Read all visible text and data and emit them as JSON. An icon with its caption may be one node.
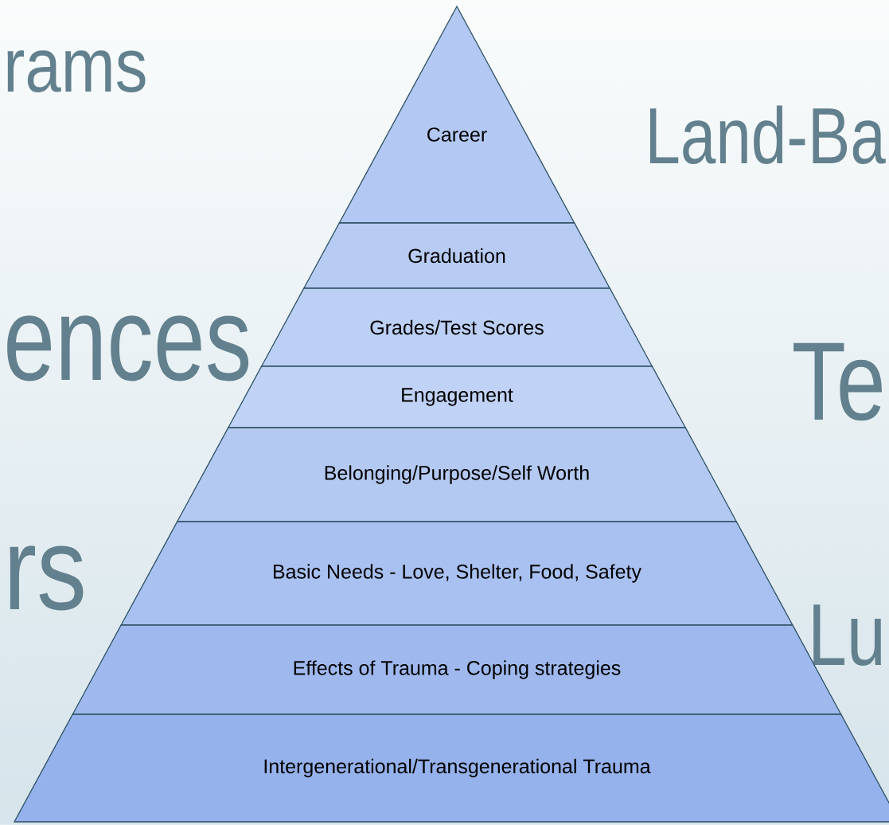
{
  "diagram": {
    "nodes": [
      {
        "text": [
          "Career"
        ]
      },
      {
        "text": [
          "Graduation"
        ]
      },
      {
        "text": [
          "Grades/Test Scores"
        ]
      },
      {
        "text": [
          "Engagement"
        ]
      },
      {
        "text": [
          "Belonging/Purpose/Self Worth"
        ]
      },
      {
        "text": [
          "Basic Needs - Love, Shelter, Food, Safety"
        ]
      },
      {
        "text": [
          "Effects of Trauma - Coping strategies"
        ]
      },
      {
        "text": [
          "Intergenerational/Transgenerational Trauma"
        ]
      }
    ],
    "labels": [
      "rams",
      "Land-Ba",
      "ences",
      "Te",
      "rs",
      "Lu"
    ]
  }
}
